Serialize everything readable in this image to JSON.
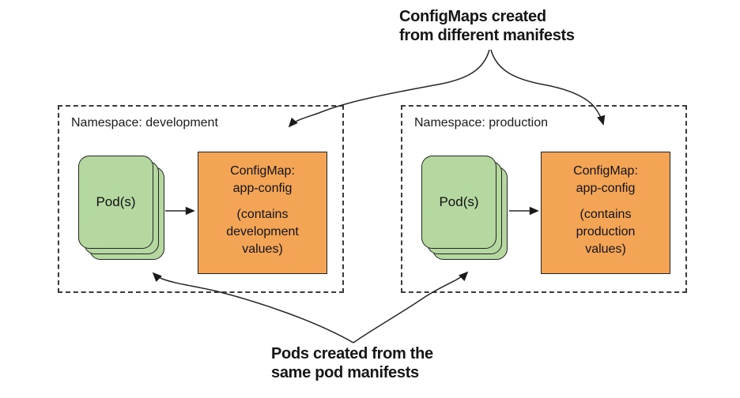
{
  "annotations": {
    "top": {
      "line1": "ConfigMaps created",
      "line2": "from different manifests"
    },
    "bottom": {
      "line1": "Pods created from the",
      "line2": "same pod manifests"
    }
  },
  "namespaces": [
    {
      "label": "Namespace: development",
      "pod_label": "Pod(s)",
      "configmap": {
        "title_lines": [
          "ConfigMap:",
          "app-config"
        ],
        "desc_lines": [
          "(contains",
          "development",
          "values)"
        ]
      }
    },
    {
      "label": "Namespace: production",
      "pod_label": "Pod(s)",
      "configmap": {
        "title_lines": [
          "ConfigMap:",
          "app-config"
        ],
        "desc_lines": [
          "(contains",
          "production",
          "values)"
        ]
      }
    }
  ],
  "colors": {
    "pod_fill": "#b5d7a0",
    "configmap_fill": "#f3a455",
    "border": "#232323",
    "dash_border": "#3a3a3a",
    "background": "#ffffff"
  }
}
